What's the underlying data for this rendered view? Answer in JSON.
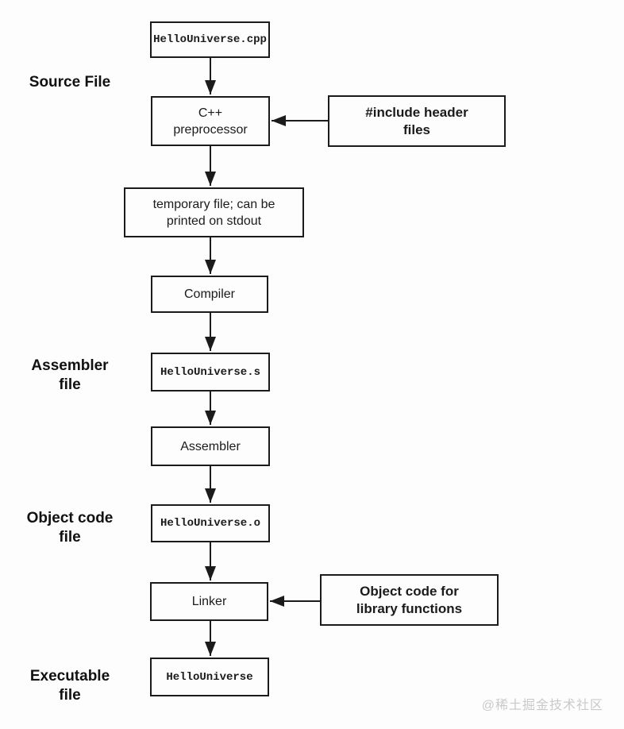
{
  "diagram": {
    "nodes": {
      "cpp_file": "HelloUniverse.cpp",
      "preprocessor": "C++ preprocessor",
      "temp_file": "temporary file; can be printed on stdout",
      "compiler": "Compiler",
      "asm_file": "HelloUniverse.s",
      "assembler": "Assembler",
      "obj_file": "HelloUniverse.o",
      "linker": "Linker",
      "executable": "HelloUniverse",
      "include_headers": "#include header files",
      "library_objects": "Object code for library functions"
    },
    "side_labels": {
      "source": "Source File",
      "assembler": "Assembler file",
      "object": "Object code file",
      "executable": "Executable file"
    },
    "colors": {
      "line": "#1b1b1b",
      "watermark": "#c9c9c9"
    }
  },
  "watermark": "@稀土掘金技术社区"
}
